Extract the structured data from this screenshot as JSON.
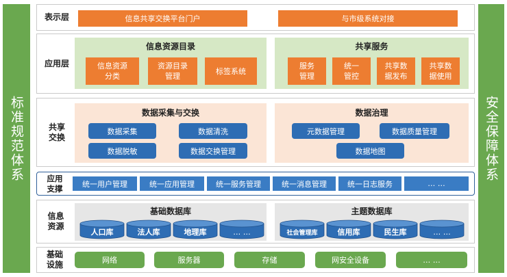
{
  "side_left": "标准规范体系",
  "side_right": "安全保障体系",
  "presentation": {
    "label": "表示层",
    "items": [
      "信息共享交换平台门户",
      "与市级系统对接"
    ]
  },
  "application": {
    "label": "应用层",
    "catalog": {
      "title": "信息资源目录",
      "items": [
        "信息资源\n分类",
        "资源目录\n管理",
        "标签系统"
      ]
    },
    "sharing": {
      "title": "共享服务",
      "items": [
        "服务\n管理",
        "统一\n管控",
        "共享数\n据发布",
        "共享数\n据使用"
      ]
    }
  },
  "exchange": {
    "label": "共享\n交换",
    "collect": {
      "title": "数据采集与交换",
      "items": [
        "数据采集",
        "数据清洗",
        "数据脱敏",
        "数据交换管理"
      ]
    },
    "govern": {
      "title": "数据治理",
      "items": [
        "元数据管理",
        "数据质量管理",
        "数据地图"
      ]
    }
  },
  "support": {
    "label": "应用\n支撑",
    "items": [
      "统一用户管理",
      "统一应用管理",
      "统一服务管理",
      "统一消息管理",
      "统一日志服务",
      "… …"
    ]
  },
  "resources": {
    "label": "信息\n资源",
    "base_db": {
      "title": "基础数据库",
      "items": [
        "人口库",
        "法人库",
        "地理库",
        "… …"
      ]
    },
    "topic_db": {
      "title": "主题数据库",
      "items": [
        "社会管理库",
        "信用库",
        "民生库",
        "… …"
      ]
    }
  },
  "infra": {
    "label": "基础\n设施",
    "items": [
      "网络",
      "服务器",
      "存储",
      "网安全设备",
      "… …"
    ]
  },
  "colors": {
    "green": "#6aa84f",
    "orange": "#ed7d31",
    "blue": "#2e6db4",
    "light_green": "#d6e8c5",
    "light_pink": "#fbe5d6"
  }
}
